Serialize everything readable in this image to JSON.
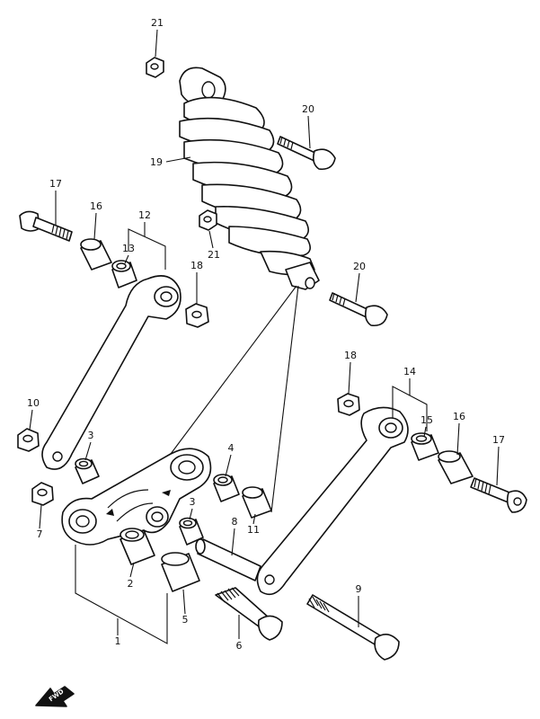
{
  "callouts": {
    "c1": "1",
    "c2": "2",
    "c3a": "3",
    "c3b": "3",
    "c4": "4",
    "c5": "5",
    "c6": "6",
    "c7": "7",
    "c8": "8",
    "c9": "9",
    "c10": "10",
    "c11": "11",
    "c12": "12",
    "c13": "13",
    "c14": "14",
    "c15": "15",
    "c16a": "16",
    "c16b": "16",
    "c17a": "17",
    "c17b": "17",
    "c18a": "18",
    "c18b": "18",
    "c19": "19",
    "c20a": "20",
    "c20b": "20",
    "c21a": "21",
    "c21b": "21"
  },
  "fwd_label": "FWD"
}
